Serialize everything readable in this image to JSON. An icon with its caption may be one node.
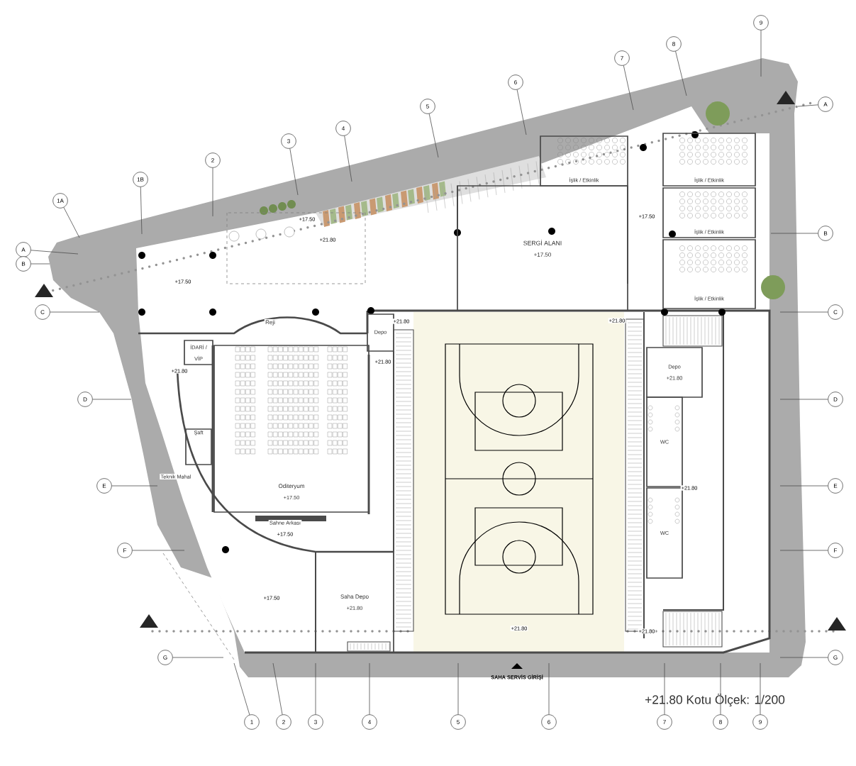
{
  "diagram": {
    "title": "+21.80 Kotu Ölçek: 1/200",
    "nodes": [
      {
        "text": [
          "SERGİ ALANI",
          "+17.50"
        ]
      },
      {
        "text": [
          "İşlik / Etkinlik"
        ]
      },
      {
        "text": [
          "İşlik / Etkinlik"
        ]
      },
      {
        "text": [
          "İşlik / Etkinlik"
        ]
      },
      {
        "text": [
          "İşlik / Etkinlik"
        ]
      },
      {
        "text": [
          "Reji"
        ]
      },
      {
        "text": [
          "Depo"
        ]
      },
      {
        "text": [
          "İDARİ / VİP"
        ]
      },
      {
        "text": [
          "Şaft"
        ]
      },
      {
        "text": [
          "Teknik Mahal"
        ]
      },
      {
        "text": [
          "Oditeryum",
          "+17.50"
        ]
      },
      {
        "text": [
          "Sahne Arkası",
          "+17.50"
        ]
      },
      {
        "text": [
          "Depo",
          "+21.80"
        ]
      },
      {
        "text": [
          "WC"
        ]
      },
      {
        "text": [
          "WC"
        ]
      },
      {
        "text": [
          "Saha Depo",
          "+21.80"
        ]
      }
    ],
    "labels": [
      "9",
      "8",
      "7",
      "A",
      "6",
      "5",
      "4",
      "3",
      "2",
      "1B",
      "1A",
      "+17.50",
      "B",
      "+21.80",
      "+17.50",
      "A",
      "B",
      "+17.50",
      "C",
      "C",
      "+21.80",
      "+21.80",
      "+21.80",
      "+21.80",
      "D",
      "D",
      "E",
      "E",
      "+21.80",
      "F",
      "F",
      "+17.50",
      "+21.80",
      "+21.80",
      "G",
      "G",
      "SAHA SERVİS GİRİŞİ",
      "1",
      "2",
      "3",
      "4",
      "5",
      "6",
      "7",
      "8",
      "9"
    ]
  }
}
